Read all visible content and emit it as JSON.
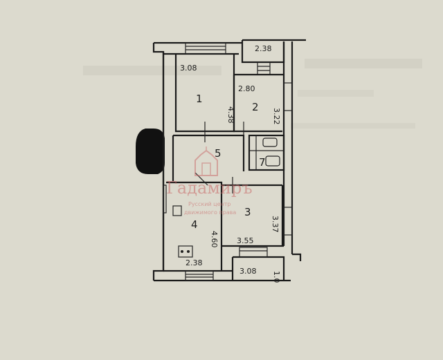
{
  "plan": {
    "rooms": [
      {
        "id": "1",
        "label": "1"
      },
      {
        "id": "2",
        "label": "2"
      },
      {
        "id": "3",
        "label": "3"
      },
      {
        "id": "4",
        "label": "4"
      },
      {
        "id": "5",
        "label": "5"
      },
      {
        "id": "7",
        "label": "7"
      }
    ],
    "dimensions": {
      "room1_width": "3.08",
      "room1_length": "4.38",
      "room2_width": "2.80",
      "room2_length": "3.22",
      "top_balcony": "2.38",
      "room3_length": "3.37",
      "room3_width": "3.55",
      "room4_length": "4.60",
      "room4_width": "2.38",
      "bottom_balcony": "3.08",
      "bottom_balcony_depth": "1.0"
    }
  },
  "watermark": {
    "brand": "Гадамиръ",
    "line1": "Русский центр",
    "line2": "движимого права"
  },
  "colors": {
    "paper": "#dcdace",
    "ink": "#1a1a1a",
    "watermark": "#c96a6a",
    "black_mark": "#111111"
  }
}
